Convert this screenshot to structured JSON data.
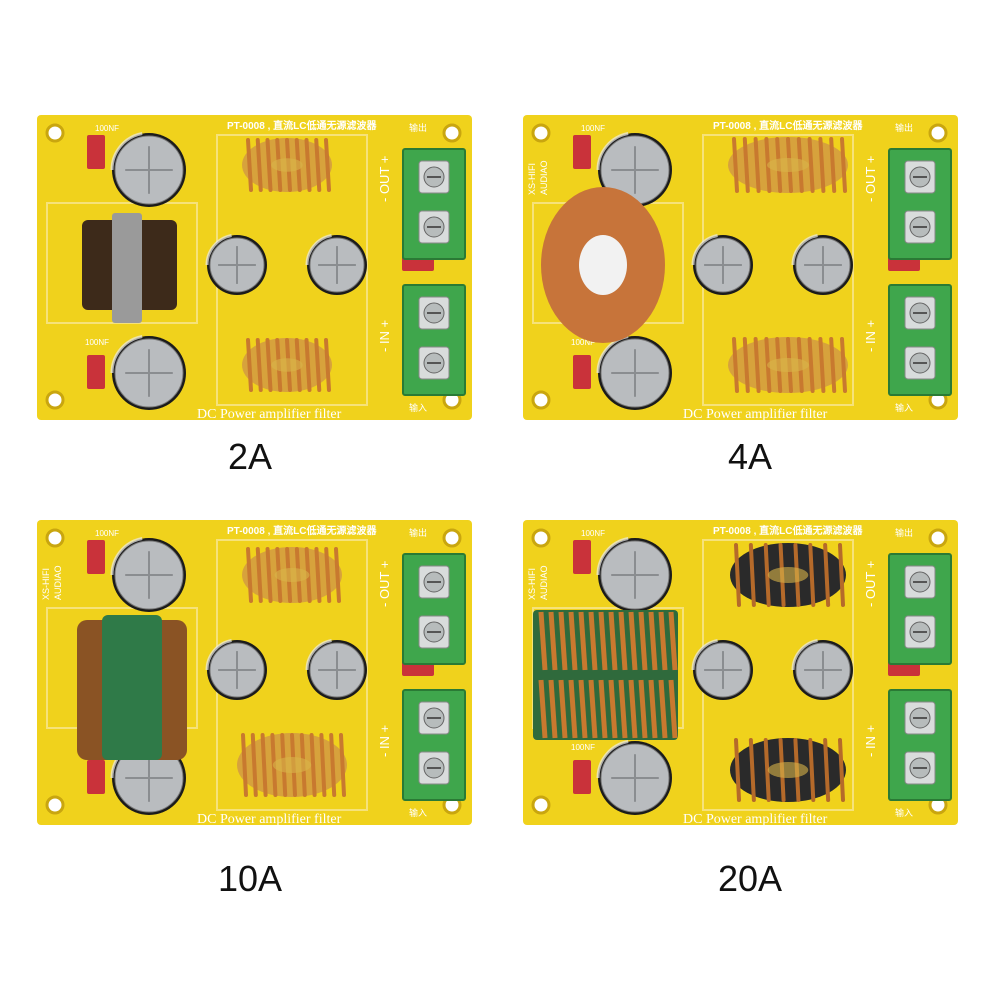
{
  "panels": [
    {
      "label": "2A",
      "variant": "small"
    },
    {
      "label": "4A",
      "variant": "large-toroid"
    },
    {
      "label": "10A",
      "variant": "green-choke"
    },
    {
      "label": "20A",
      "variant": "heavy"
    }
  ],
  "board": {
    "model": "PT-0008",
    "chinese_title": "直流LC低通无源滤波器",
    "brand_line1": "XS-HIFI",
    "brand_line2": "AUDIAO",
    "cap_label": "100NF",
    "out_label": "- OUT +",
    "in_label": "- IN +",
    "out_cn": "输出",
    "in_cn": "输入",
    "footer": "DC Power amplifier filter"
  },
  "colors": {
    "pcb": "#f0d21c",
    "pcb_edge": "#e6c213",
    "copper": "#c8792f",
    "terminal": "#3fa64c",
    "red_cap": "#c9323a"
  }
}
